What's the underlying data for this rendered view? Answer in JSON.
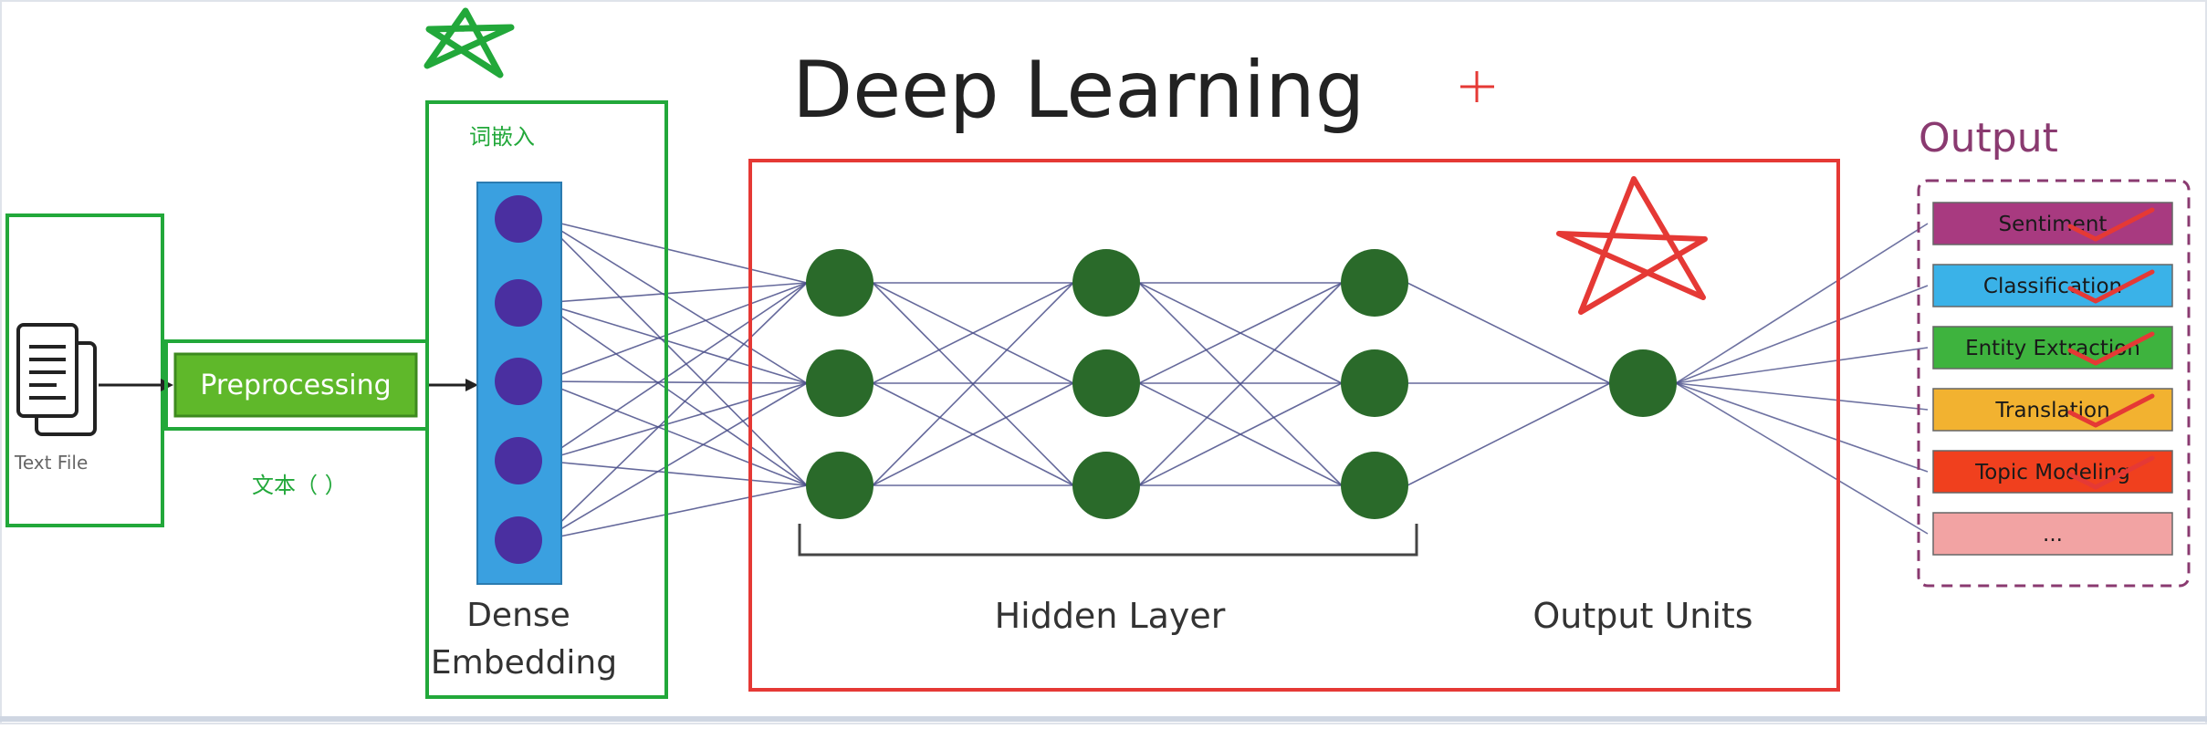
{
  "title": "Deep Learning",
  "input": {
    "file_label": "Text File",
    "preprocessing_label": "Preprocessing",
    "annotation_text": "文本（ ）"
  },
  "embedding": {
    "annotation": "词嵌入",
    "label_line1": "Dense",
    "label_line2": "Embedding"
  },
  "network": {
    "hidden_label": "Hidden Layer",
    "output_label": "Output Units"
  },
  "output": {
    "heading": "Output",
    "items": [
      {
        "label": "Sentiment",
        "color": "#a83a80",
        "checked": true
      },
      {
        "label": "Classification",
        "color": "#3ab2e8",
        "checked": true
      },
      {
        "label": "Entity Extraction",
        "color": "#3eb33e",
        "checked": true
      },
      {
        "label": "Translation",
        "color": "#f2b230",
        "checked": true
      },
      {
        "label": "Topic Modeling",
        "color": "#f0401e",
        "checked": true
      },
      {
        "label": "...",
        "color": "#f2a3a3",
        "checked": false
      }
    ]
  },
  "colors": {
    "annotation_green": "#22a83a",
    "annotation_red": "#e53935",
    "node_green": "#2a6a2a",
    "embedding_node": "#4a2fa0",
    "embedding_bar": "#3aa0e0",
    "edge": "#4a4f8a",
    "title_text": "#222222",
    "output_heading": "#8a3a70"
  }
}
